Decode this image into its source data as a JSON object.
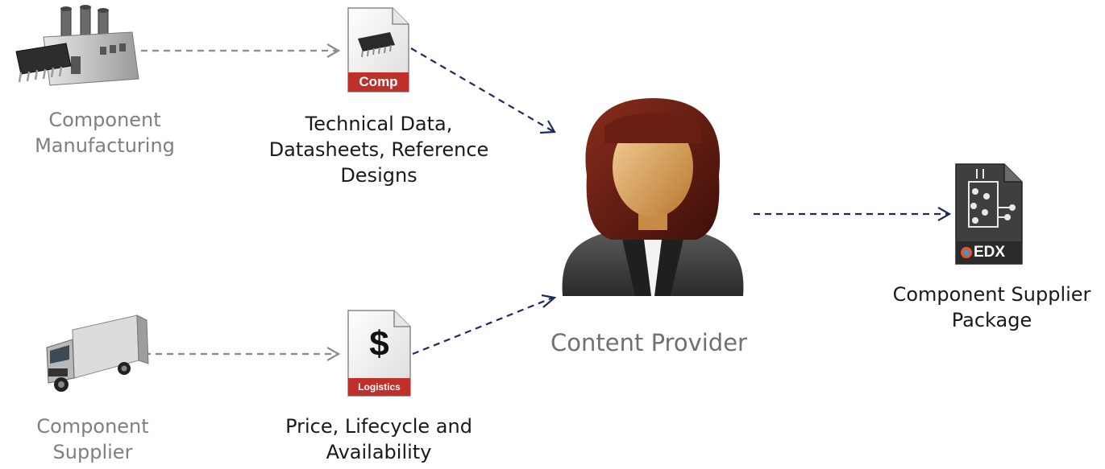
{
  "nodes": {
    "manufacturer": {
      "label": "Component\nManufacturing",
      "icon": "factory-icon"
    },
    "supplier": {
      "label": "Component\nSupplier",
      "icon": "truck-icon"
    },
    "technical_doc": {
      "label": "Technical Data,\nDatasheets, Reference\nDesigns",
      "badge": "Comp",
      "icon": "chip-document-icon"
    },
    "logistics_doc": {
      "label": "Price, Lifecycle and\nAvailability",
      "badge": "Logistics",
      "symbol": "$",
      "icon": "dollar-document-icon"
    },
    "content_provider": {
      "label": "Content Provider",
      "icon": "person-icon"
    },
    "package": {
      "label": "Component Supplier\nPackage",
      "badge": "EDX",
      "icon": "edx-document-icon"
    }
  },
  "edges": [
    {
      "from": "manufacturer",
      "to": "technical_doc",
      "style": "dashed",
      "color": "#8c8c8c"
    },
    {
      "from": "supplier",
      "to": "logistics_doc",
      "style": "dashed",
      "color": "#8c8c8c"
    },
    {
      "from": "technical_doc",
      "to": "content_provider",
      "style": "dashed",
      "color": "#1f2a5c"
    },
    {
      "from": "logistics_doc",
      "to": "content_provider",
      "style": "dashed",
      "color": "#1f2a5c"
    },
    {
      "from": "content_provider",
      "to": "package",
      "style": "dashed",
      "color": "#1f2a5c"
    }
  ],
  "colors": {
    "badge_red": "#c0302b",
    "edx_dark": "#3a3a3a",
    "hair": "#6b1f14",
    "skin": "#e2a661",
    "suit": "#3c3c3c"
  }
}
